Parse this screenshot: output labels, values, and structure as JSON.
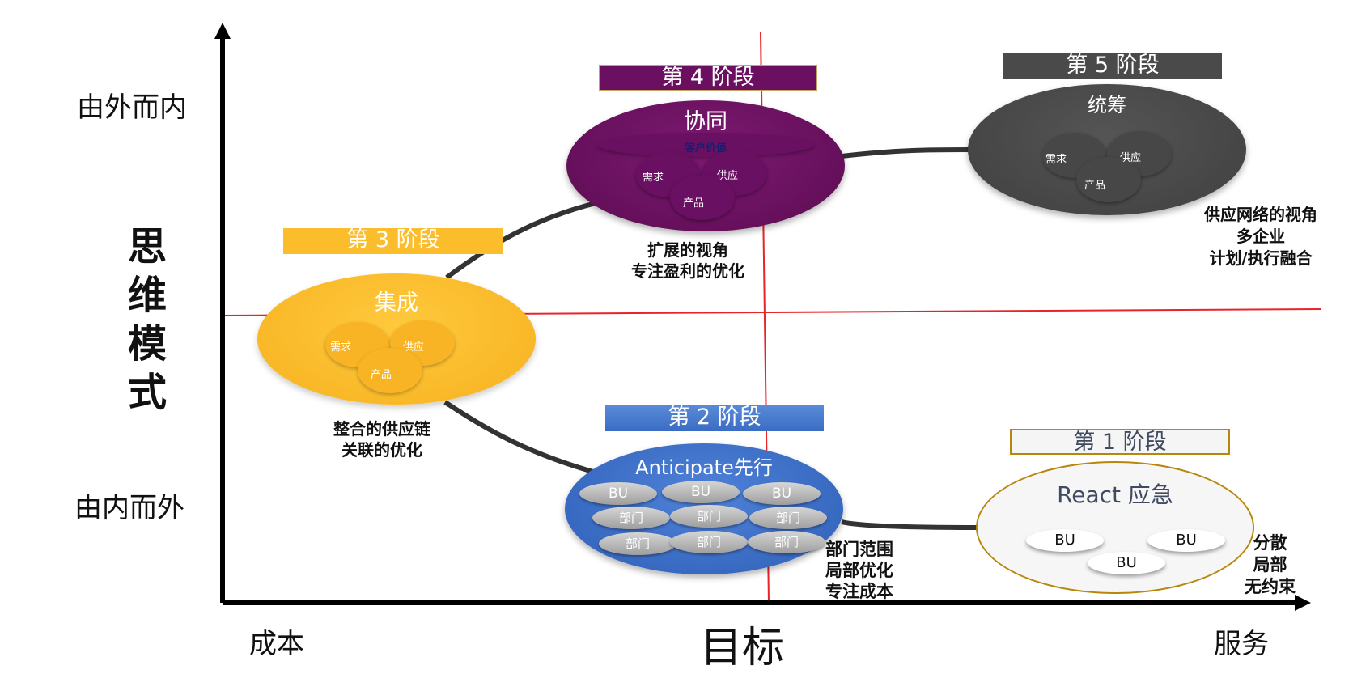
{
  "axes": {
    "y_title": "思维模式",
    "y_top": "由外而内",
    "y_bottom": "由内而外",
    "x_title": "目标",
    "x_left": "成本",
    "x_right": "服务"
  },
  "stages": {
    "s1": {
      "label": "第 1 阶段",
      "title": "React 应急",
      "bus": [
        "BU",
        "BU",
        "BU"
      ],
      "desc": [
        "分散",
        "局部",
        "无约束"
      ]
    },
    "s2": {
      "label": "第 2 阶段",
      "title": "Anticipate先行",
      "row1": [
        "BU",
        "BU",
        "BU"
      ],
      "row2": [
        "部门",
        "部门",
        "部门"
      ],
      "row3": [
        "部门",
        "部门",
        "部门"
      ],
      "desc": [
        "部门范围",
        "局部优化",
        "专注成本"
      ]
    },
    "s3": {
      "label": "第 3 阶段",
      "title": "集成",
      "items": [
        "需求",
        "供应",
        "产品"
      ],
      "desc": [
        "整合的供应链",
        "关联的优化"
      ]
    },
    "s4": {
      "label": "第 4 阶段",
      "title": "协同",
      "top": "客户价值",
      "items": [
        "需求",
        "供应",
        "产品"
      ],
      "desc": [
        "扩展的视角",
        "专注盈利的优化"
      ]
    },
    "s5": {
      "label": "第 5 阶段",
      "title": "统筹",
      "items": [
        "需求",
        "供应",
        "产品"
      ],
      "desc": [
        "供应网络的视角",
        "多企业",
        "计划/执行融合"
      ]
    }
  },
  "colors": {
    "stage1_border": "#b8860b",
    "stage2_blue": "#3a6cc4",
    "stage3_yellow": "#fbbd2c",
    "stage4_purple": "#6b1060",
    "stage5_gray": "#4a4a4a",
    "red_line": "#e8232a"
  }
}
